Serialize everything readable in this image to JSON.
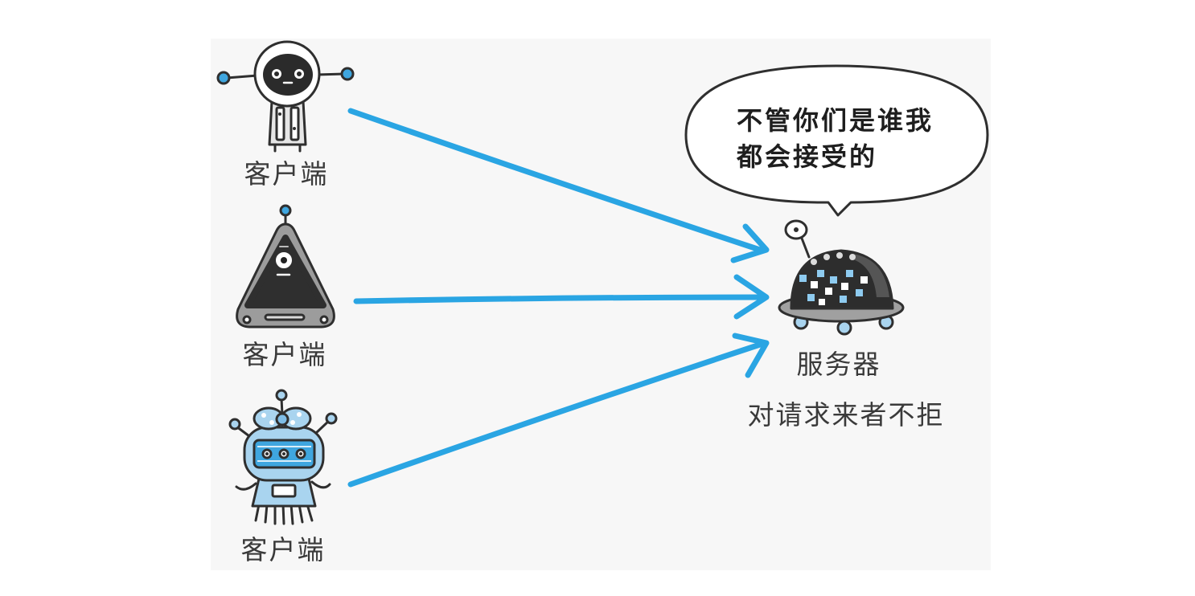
{
  "clients": [
    {
      "label": "客户端"
    },
    {
      "label": "客户端"
    },
    {
      "label": "客户端"
    }
  ],
  "server": {
    "label": "服务器",
    "caption": "对请求来者不拒",
    "speech": {
      "line1": "不管你们是谁我",
      "line2": "都会接受的"
    }
  },
  "colors": {
    "arrow": "#2aa5e3",
    "robot_blue": "#a9d4ef",
    "accent_blue": "#3fa6df",
    "dark": "#2d2d2d",
    "panel": "#f7f7f7"
  }
}
